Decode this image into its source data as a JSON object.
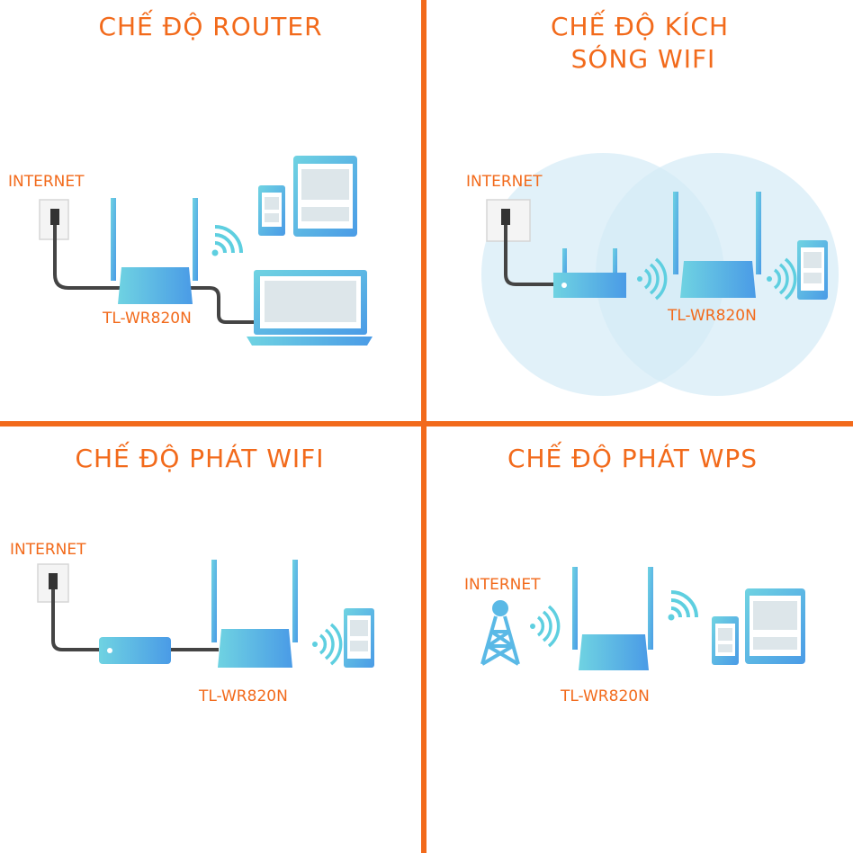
{
  "panels": [
    {
      "title": "CHẾ ĐỘ ROUTER",
      "internet_label": "INTERNET",
      "device_label": "TL-WR820N"
    },
    {
      "title_line1": "CHẾ ĐỘ KÍCH",
      "title_line2": "SÓNG WIFI",
      "internet_label": "INTERNET",
      "device_label": "TL-WR820N"
    },
    {
      "title": "CHẾ ĐỘ PHÁT WIFI",
      "internet_label": "INTERNET",
      "device_label": "TL-WR820N"
    },
    {
      "title": "CHẾ ĐỘ PHÁT WPS",
      "internet_label": "INTERNET",
      "device_label": "TL-WR820N"
    }
  ],
  "colors": {
    "divider": "#f26a1b",
    "text": "#f26a1b",
    "device_light": "#6fd3e2",
    "device_dark": "#4a9be6",
    "coverage": "#c9e6f4"
  },
  "icons": [
    "wall-socket-icon",
    "router-icon",
    "phone-icon",
    "tablet-icon",
    "laptop-icon",
    "wifi-signal-icon",
    "modem-icon",
    "cell-tower-icon",
    "coverage-circle-icon"
  ]
}
